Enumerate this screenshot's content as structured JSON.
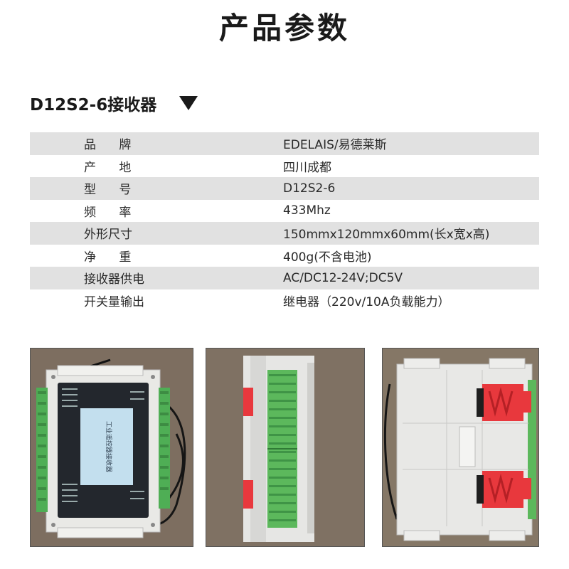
{
  "page": {
    "title": "产品参数"
  },
  "section": {
    "heading": "D12S2-6接收器",
    "marker_icon": "triangle-down-icon"
  },
  "specs": [
    {
      "key": "品      牌",
      "value": "EDELAIS/易德莱斯",
      "shaded": true
    },
    {
      "key": "产      地",
      "value": "四川成都",
      "shaded": false
    },
    {
      "key": "型      号",
      "value": "D12S2-6",
      "shaded": true
    },
    {
      "key": "频      率",
      "value": "433Mhz",
      "shaded": false
    },
    {
      "key": "外形尺寸",
      "value": "150mmx120mmx60mm(长x宽x高)",
      "shaded": true
    },
    {
      "key": "净      重",
      "value": "400g(不含电池)",
      "shaded": false
    },
    {
      "key": "接收器供电",
      "value": "AC/DC12-24V;DC5V",
      "shaded": true
    },
    {
      "key": "开关量输出",
      "value": "继电器（220v/10A负载能力）",
      "shaded": false
    }
  ],
  "photos": {
    "front": {
      "label": "工业遥控器接收器"
    }
  },
  "colors": {
    "row_shade": "#e1e1e1",
    "terminal_green": "#5cb85c",
    "din_clip_red": "#e8383d",
    "wall_bg": "#8a7a6a"
  }
}
